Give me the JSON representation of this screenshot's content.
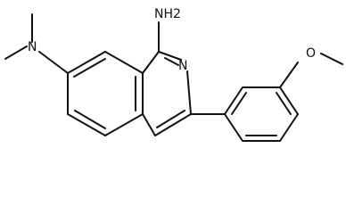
{
  "molecule": {
    "atoms": {
      "amine": "NH2",
      "ring_nitrogen": "N",
      "dimethylamino": "N",
      "methoxy_oxygen": "O"
    },
    "colors": {
      "bond": "#111111",
      "background": "#ffffff"
    }
  }
}
